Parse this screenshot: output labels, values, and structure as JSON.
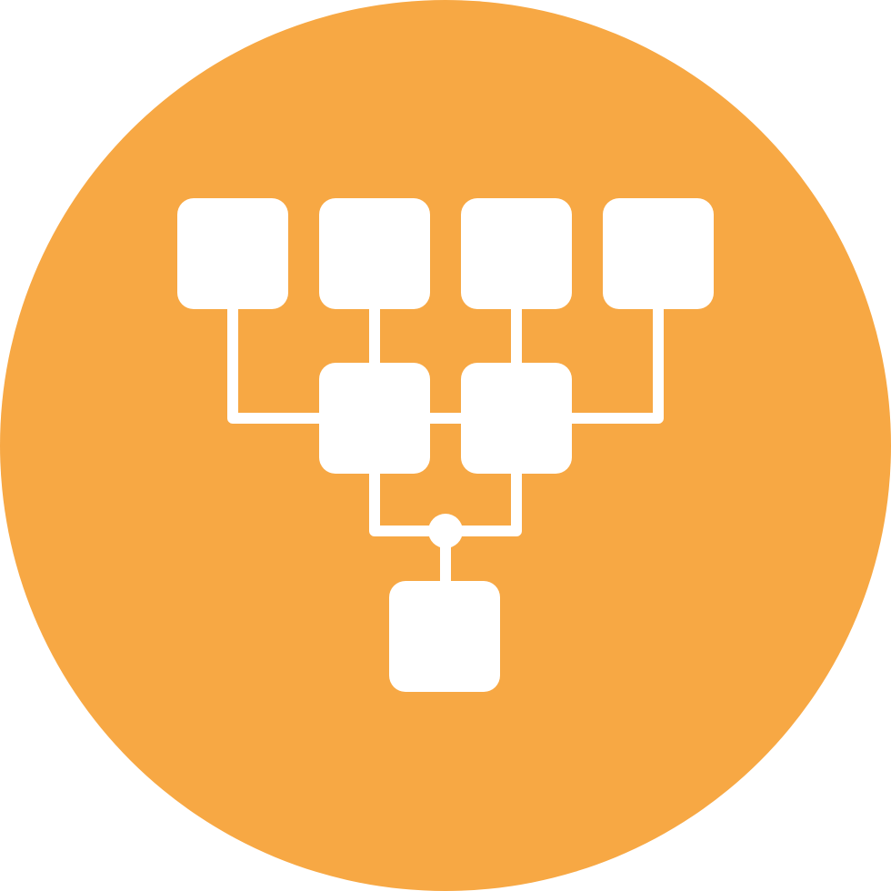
{
  "icon": {
    "name": "hierarchy-tree-icon",
    "colors": {
      "circle": "#F7A844",
      "glyph": "#FFFFFF"
    },
    "structure": {
      "top_nodes": 4,
      "middle_nodes": 2,
      "bottom_nodes": 1,
      "junction_dots": 1
    }
  }
}
